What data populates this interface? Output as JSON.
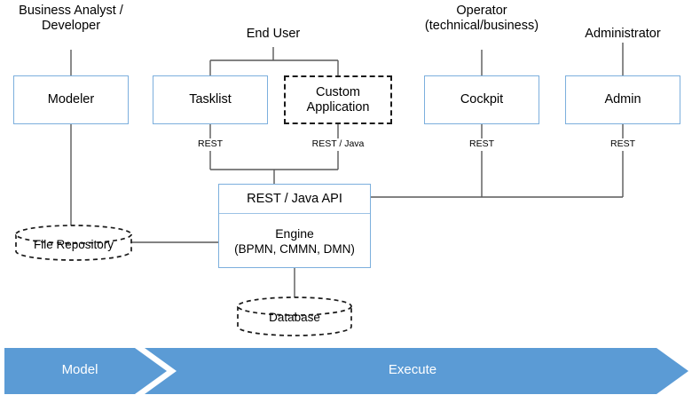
{
  "diagram": {
    "title": "Camunda Platform Architecture",
    "colors": {
      "box_border": "#7cafdd",
      "dashed_border": "#1a1a1a",
      "connector": "#595959",
      "banner_blue": "#5b9bd5",
      "background": "#ffffff",
      "text": "#000000"
    },
    "roles": [
      {
        "id": "business-analyst",
        "label": "Business Analyst /\nDeveloper"
      },
      {
        "id": "end-user",
        "label": "End User"
      },
      {
        "id": "operator",
        "label": "Operator\n(technical/business)"
      },
      {
        "id": "administrator",
        "label": "Administrator"
      }
    ],
    "components": [
      {
        "id": "modeler",
        "label": "Modeler",
        "style": "solid"
      },
      {
        "id": "tasklist",
        "label": "Tasklist",
        "style": "solid"
      },
      {
        "id": "custom-application",
        "label": "Custom\nApplication",
        "style": "dashed"
      },
      {
        "id": "cockpit",
        "label": "Cockpit",
        "style": "solid"
      },
      {
        "id": "admin",
        "label": "Admin",
        "style": "solid"
      }
    ],
    "engine": {
      "api_label": "REST / Java API",
      "name": "Engine",
      "standards": "(BPMN, CMMN, DMN)"
    },
    "datastores": [
      {
        "id": "file-repository",
        "label": "File Repository",
        "style": "dashed-cylinder"
      },
      {
        "id": "database",
        "label": "Database",
        "style": "dashed-cylinder"
      }
    ],
    "connector_labels": [
      {
        "id": "tasklist-rest",
        "label": "REST"
      },
      {
        "id": "custom-app-rest-java",
        "label": "REST / Java"
      },
      {
        "id": "cockpit-rest",
        "label": "REST"
      },
      {
        "id": "admin-rest",
        "label": "REST"
      }
    ],
    "banner": {
      "stages": [
        {
          "id": "model",
          "label": "Model"
        },
        {
          "id": "execute",
          "label": "Execute"
        }
      ]
    }
  }
}
